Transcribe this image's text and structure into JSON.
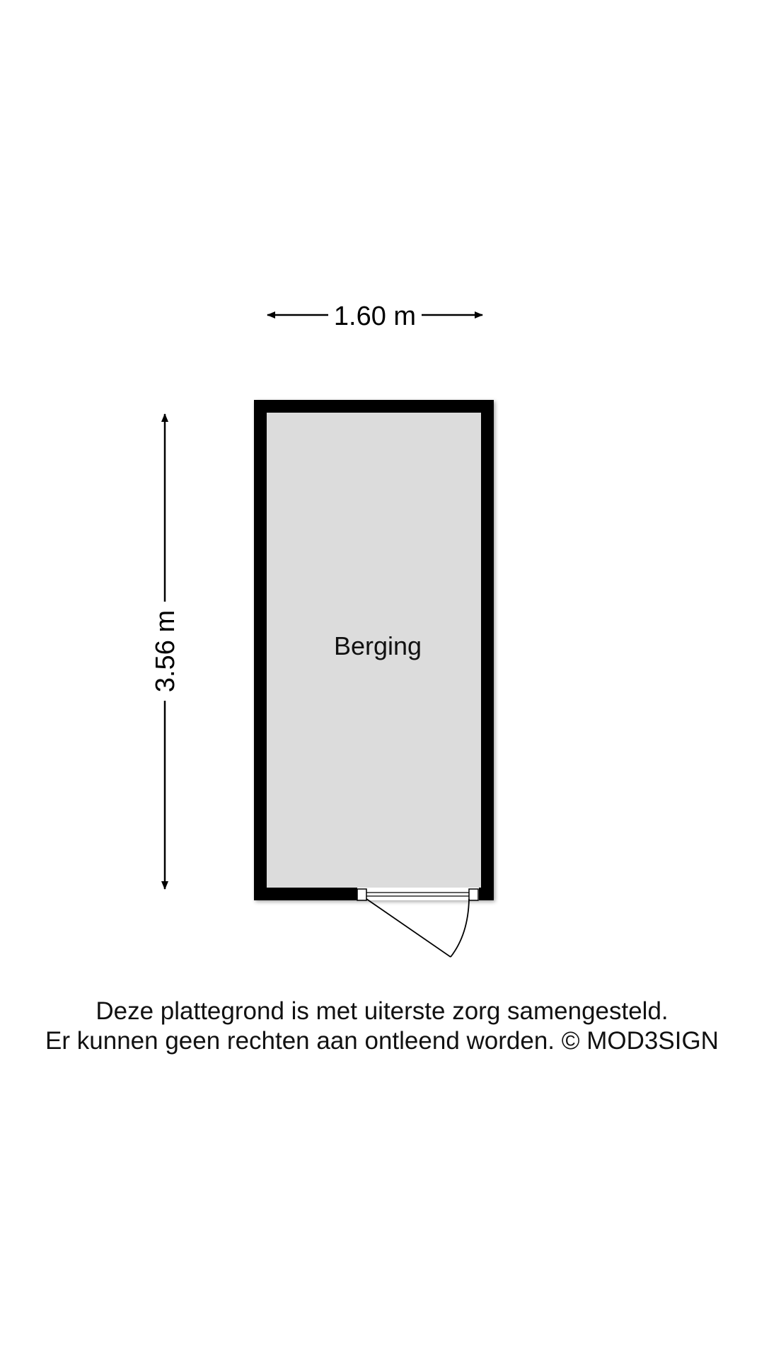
{
  "floorplan": {
    "room": {
      "label": "Berging"
    },
    "dimensions": {
      "width": "1.60 m",
      "height": "3.56 m"
    }
  },
  "footer": {
    "line1": "Deze plattegrond is met uiterste zorg samengesteld.",
    "line2": "Er kunnen geen rechten aan ontleend worden. © MOD3SIGN"
  },
  "colors": {
    "wall": "#000000",
    "floor": "#dcdcdc",
    "background": "#ffffff"
  }
}
